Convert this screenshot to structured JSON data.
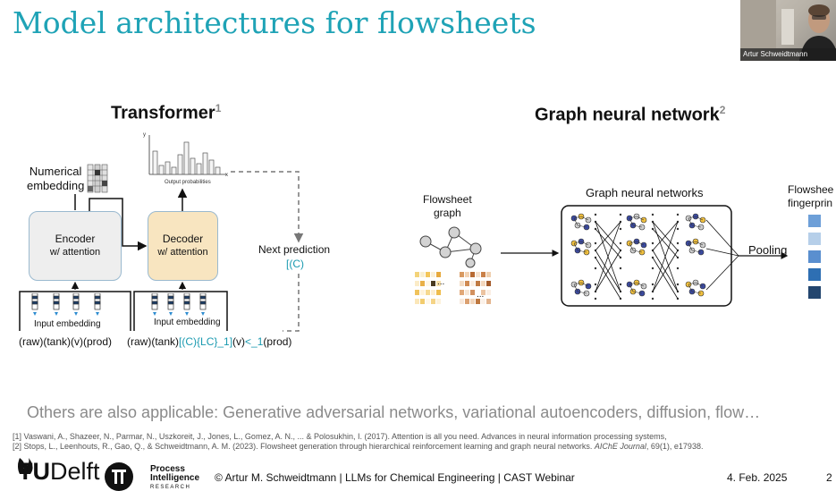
{
  "slide": {
    "title": "Model architectures for flowsheets",
    "transformer": {
      "title": "Transformer",
      "ref": "1",
      "numerical_embedding": "Numerical\nembedding",
      "output_probabilities": "Output probabilities",
      "y_axis": "y",
      "x_axis": "x",
      "encoder_line1": "Encoder",
      "encoder_line2": "w/ attention",
      "decoder_line1": "Decoder",
      "decoder_line2": "w/ attention",
      "next_prediction": "Next prediction",
      "next_token": "[(C)",
      "input_embedding_enc": "Input embedding",
      "input_embedding_dec": "Input embedding",
      "enc_tokens": "(raw)(tank)(v)(prod)",
      "dec_tokens_a": "(raw)(tank)",
      "dec_tokens_b": "[(C){LC}_1]",
      "dec_tokens_c": "(v)",
      "dec_tokens_d": "<_1",
      "dec_tokens_e": "(prod)"
    },
    "gnn": {
      "title": "Graph neural network",
      "ref": "2",
      "flowsheet_graph": "Flowsheet\ngraph",
      "graph_neural_networks": "Graph neural networks",
      "pooling": "Pooling",
      "fingerprint": "Flowshee\nfingerprin",
      "ellipsis": "..."
    },
    "others": "Others are also applicable: Generative adversarial networks, variational autoencoders, diffusion, flow…",
    "references": [
      "[1] Vaswani, A., Shazeer, N., Parmar, N., Uszkoreit, J., Jones, L., Gomez, A. N., ... & Polosukhin, I. (2017). Attention is all you need. Advances in neural information processing systems,",
      "[2] Stops, L., Leenhouts, R., Gao, Q., & Schweidtmann, A. M. (2023). Flowsheet generation through hierarchical reinforcement learning and graph neural networks."
    ],
    "ref2_journal": "AIChE Journal",
    "ref2_rest": ", 69(1), e17938.",
    "footer": "© Artur M. Schweidtmann | LLMs for Chemical Engineering | CAST Webinar",
    "date": "4. Feb. 2025",
    "page_number": "2"
  },
  "logos": {
    "tu": "TU",
    "delft": "Delft",
    "pi_line1": "Process",
    "pi_line2": "Intelligence",
    "pi_line3": "RESEARCH"
  },
  "video": {
    "name": "Artur Schweidtmann"
  },
  "colors": {
    "accent": "#1fa3b6",
    "decoder": "#f8e5c0",
    "encoder": "#eeeeee",
    "fingerprint": [
      "#6d9fd8",
      "#b6cfe9",
      "#5a8fcf",
      "#2e6fb3",
      "#23466f"
    ]
  }
}
